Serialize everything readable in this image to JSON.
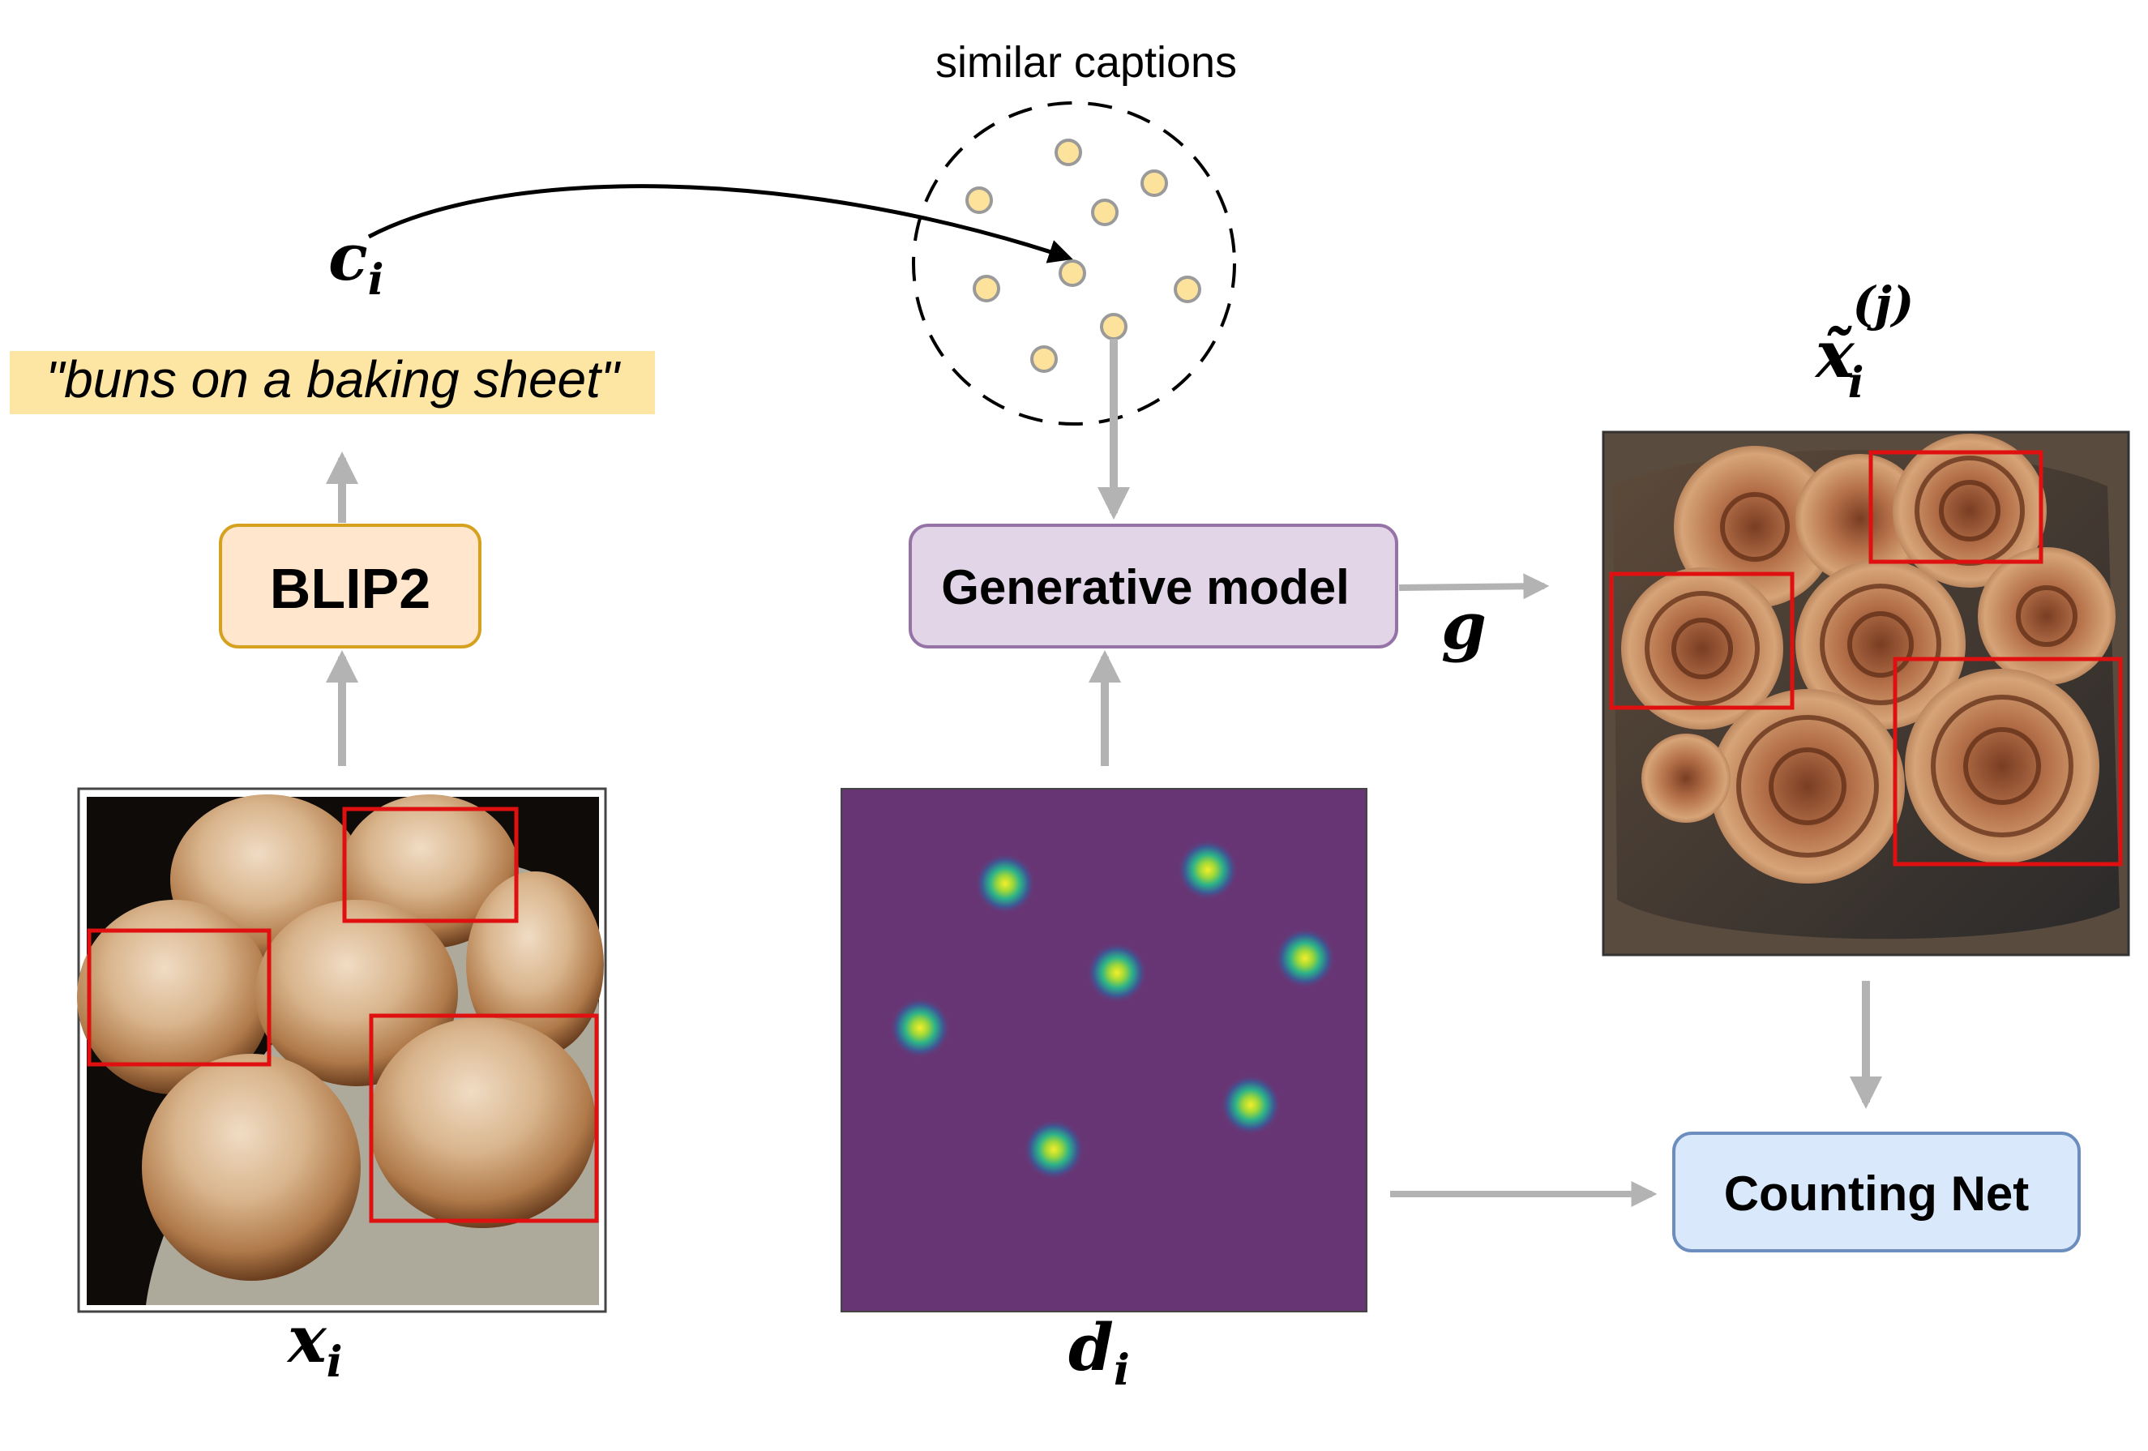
{
  "labels": {
    "similar_captions": "similar captions",
    "caption_symbol": "c",
    "caption_sub": "i",
    "caption_text": "\"buns on a baking sheet\"",
    "blip2": "BLIP2",
    "generative_model": "Generative model",
    "g": "g",
    "counting_net": "Counting Net",
    "x_symbol": "x",
    "x_sub": "i",
    "d_symbol": "d",
    "d_sub": "i",
    "xt_symbol": "x̃",
    "xt_sub": "i",
    "xt_sup": "(j)"
  },
  "colors": {
    "caption_highlight": "#fde5a3",
    "blip2_fill": "#ffe6cc",
    "blip2_stroke": "#d6a11f",
    "genmodel_fill": "#e1d5e7",
    "genmodel_stroke": "#9673a6",
    "counting_fill": "#dae8fc",
    "counting_stroke": "#6c8ebf",
    "density_bg": "#683574",
    "arrow_gray": "#b3b3b3",
    "bbox_red": "#e01010",
    "caption_dot_fill": "#fde29b",
    "caption_dot_stroke": "#9a9a9a"
  },
  "icons": {
    "input_image": "bread-buns-photo",
    "generated_image": "cinnamon-rolls-photo",
    "density_map": "density-map"
  }
}
